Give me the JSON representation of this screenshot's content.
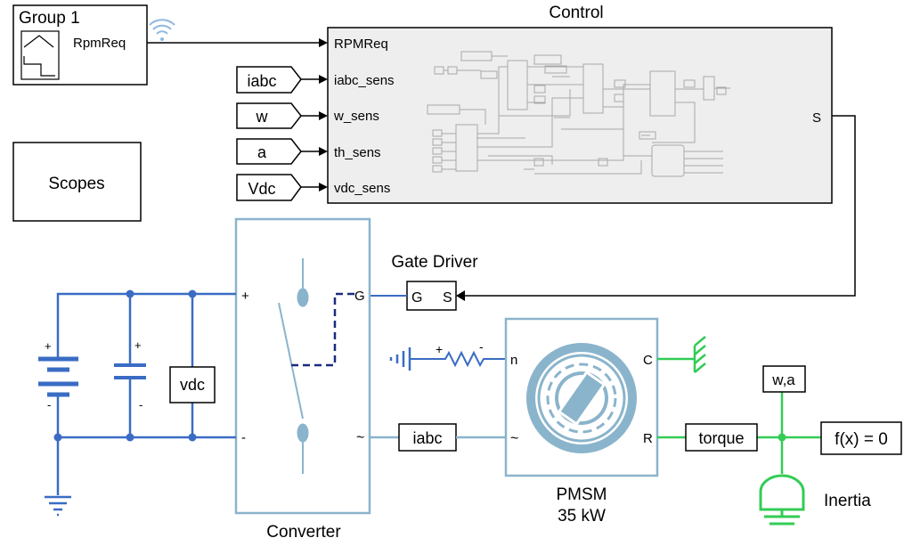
{
  "group1": {
    "title": "Group 1",
    "port": "RpmReq"
  },
  "control": {
    "title": "Control",
    "inputs": [
      "RPMReq",
      "iabc_sens",
      "w_sens",
      "th_sens",
      "vdc_sens"
    ],
    "output": "S"
  },
  "from_tags": [
    "iabc",
    "w",
    "a",
    "Vdc"
  ],
  "scopes": {
    "label": "Scopes"
  },
  "gate_driver": {
    "title": "Gate Driver",
    "port_g": "G",
    "port_s": "S"
  },
  "converter": {
    "title": "Converter",
    "plus": "+",
    "minus": "-",
    "gate": "G",
    "tilde": "~"
  },
  "dc_source": {
    "plus": "+",
    "minus": "-"
  },
  "capacitor": {
    "plus": "+",
    "minus": "-"
  },
  "vdc_sensor": {
    "label": "vdc"
  },
  "iabc_sensor": {
    "label": "iabc"
  },
  "resistor": {
    "plus": "+",
    "minus": "-"
  },
  "pmsm": {
    "title_line1": "PMSM",
    "title_line2": "35 kW",
    "port_n": "n",
    "port_c": "C",
    "port_r": "R",
    "port_tilde": "~"
  },
  "torque_sensor": {
    "label": "torque"
  },
  "wa_sensor": {
    "label": "w,a"
  },
  "solver": {
    "label": "f(x) = 0"
  },
  "inertia": {
    "label": "Inertia"
  },
  "colors": {
    "electrical": "#3a6cc4",
    "converter_blue": "#8ab4cc",
    "mechanical": "#33cc55",
    "signal": "#000000",
    "control_bg": "#eeeeee",
    "gate_dashed": "#1a2a80",
    "wireless_icon": "#8fb8e0"
  }
}
